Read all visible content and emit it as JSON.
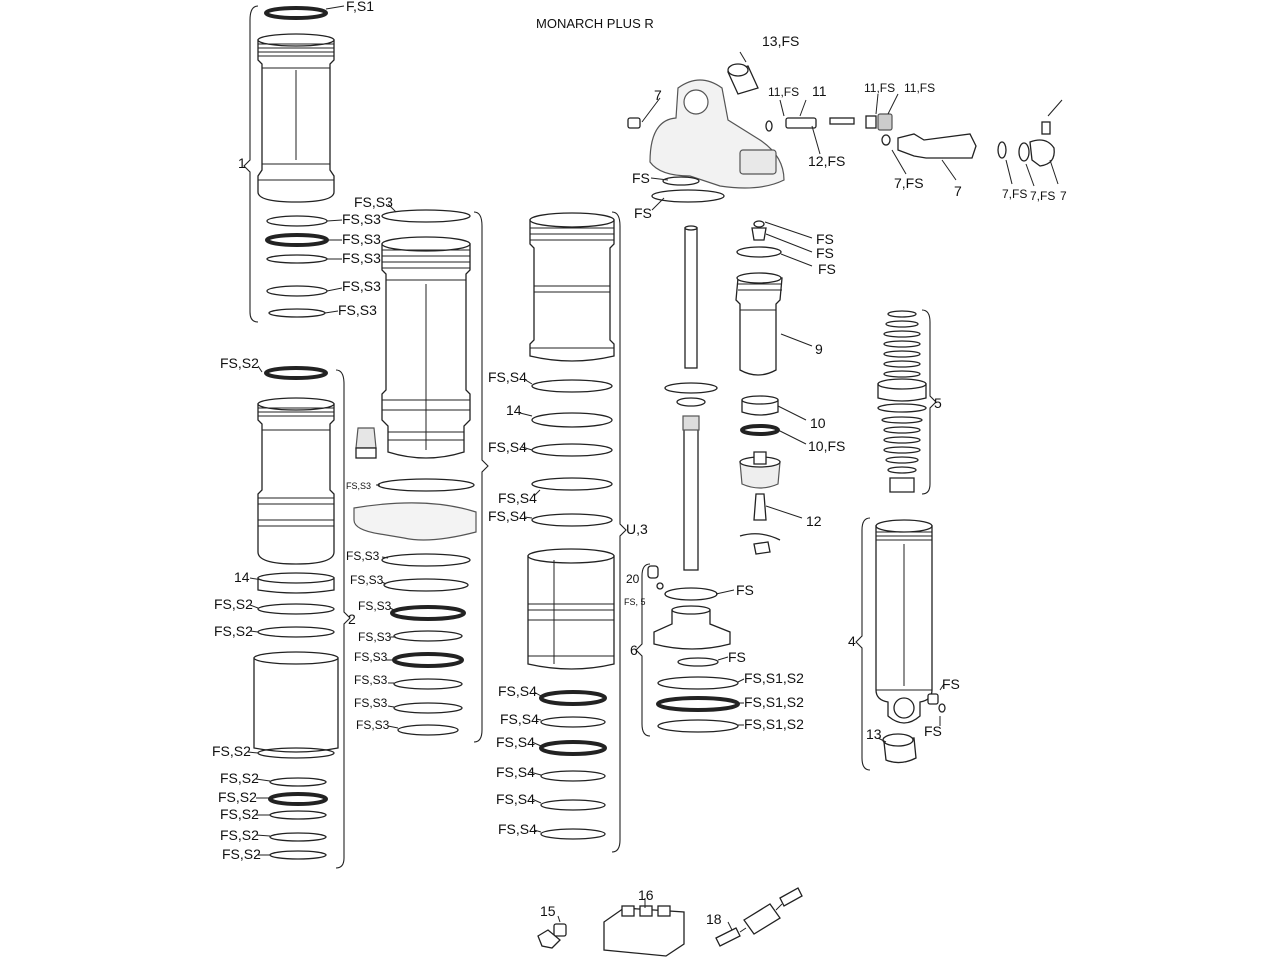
{
  "title": "MONARCH PLUS R",
  "callouts": {
    "c_fs1": "F,S1",
    "c_1": "1",
    "c_fss3_a": "FS,S3",
    "c_fss3_b": "FS,S3",
    "c_fss3_c": "FS,S3",
    "c_fss3_d": "FS,S3",
    "c_fss3_e": "FS,S3",
    "c_fss3_top": "FS,S3",
    "c_fss2_top": "FS,S2",
    "c_14a": "14",
    "c_fss2_b": "FS,S2",
    "c_fss2_c": "FS,S2",
    "c_fss2_d": "FS,S2",
    "c_fss2_e": "FS,S2",
    "c_fss2_f": "FS,S2",
    "c_fss2_g": "FS,S2",
    "c_fss2_h": "FS,S2",
    "c_2": "2",
    "c_fss3_f": "FS,S3",
    "c_fss3_g": "FS,S3",
    "c_fss3_h": "FS,S3",
    "c_fss3_i": "FS,S3",
    "c_fss3_j": "FS,S3",
    "c_fss3_k": "FS,S3",
    "c_fss3_l": "FS,S3",
    "c_fss3_m": "FS,S3",
    "c_fss3_n": "FS,S3",
    "c_fss4_a": "FS,S4",
    "c_14b": "14",
    "c_fss4_b": "FS,S4",
    "c_fss4_c": "FS,S4",
    "c_fss4_d": "FS,S4",
    "c_fss4_e": "FS,S4",
    "c_fss4_f": "FS,S4",
    "c_fss4_g": "FS,S4",
    "c_fss4_h": "FS,S4",
    "c_fss4_i": "FS,S4",
    "c_fss4_j": "FS,S4",
    "c_u3": "U,3",
    "c_13fs": "13,FS",
    "c_7a": "7",
    "c_11fs_a": "11,FS",
    "c_11": "11",
    "c_11fs_b": "11,FS",
    "c_11fs_c": "11,FS",
    "c_12fs": "12,FS",
    "c_7fs": "7,FS",
    "c_7b": "7",
    "c_7fs_b": "7,FS",
    "c_7fs_c": "7,FS",
    "c_7c": "7",
    "c_fs_a": "FS",
    "c_fs_b": "FS",
    "c_fs_c": "FS",
    "c_fs_d": "FS",
    "c_fs_e": "FS",
    "c_9": "9",
    "c_10": "10",
    "c_10fs": "10,FS",
    "c_12": "12",
    "c_5": "5",
    "c_20": "20",
    "c_fs5": "FS, 5",
    "c_fs_f": "FS",
    "c_6": "6",
    "c_fs_g": "FS",
    "c_fss1s2_a": "FS,S1,S2",
    "c_fss1s2_b": "FS,S1,S2",
    "c_fss1s2_c": "FS,S1,S2",
    "c_4": "4",
    "c_fs_h": "FS",
    "c_fs_i": "FS",
    "c_13": "13",
    "c_15": "15",
    "c_16": "16",
    "c_18": "18"
  }
}
